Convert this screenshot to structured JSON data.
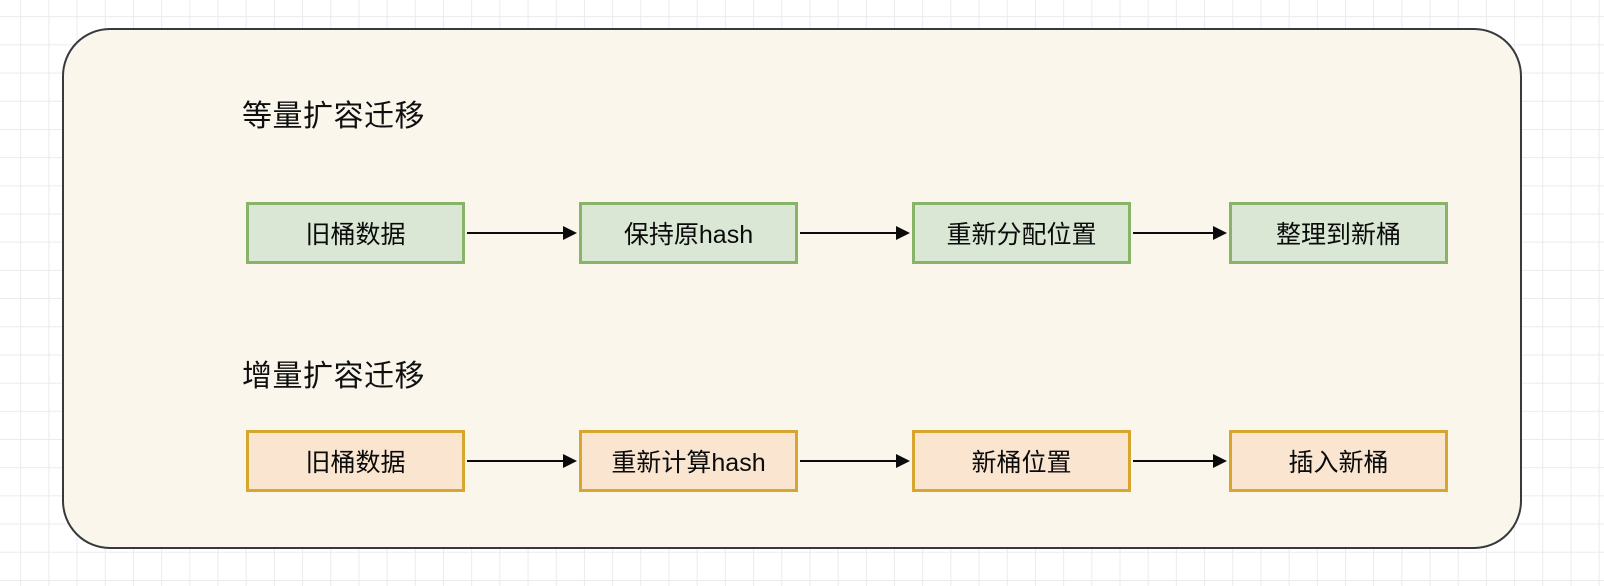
{
  "diagram": {
    "sections": [
      {
        "title": "等量扩容迁移",
        "accent": "#88b46a",
        "fill": "#d9e7d4",
        "nodes": [
          {
            "label": "旧桶数据"
          },
          {
            "label": "保持原hash"
          },
          {
            "label": "重新分配位置"
          },
          {
            "label": "整理到新桶"
          }
        ]
      },
      {
        "title": "增量扩容迁移",
        "accent": "#d6a62e",
        "fill": "#fae5d0",
        "nodes": [
          {
            "label": "旧桶数据"
          },
          {
            "label": "重新计算hash"
          },
          {
            "label": "新桶位置"
          },
          {
            "label": "插入新桶"
          }
        ]
      }
    ],
    "panel": {
      "background": "#faf6ec",
      "border": "#36393d"
    },
    "canvas": {
      "background": "#ffffff",
      "grid_line": "#ebebeb"
    }
  }
}
